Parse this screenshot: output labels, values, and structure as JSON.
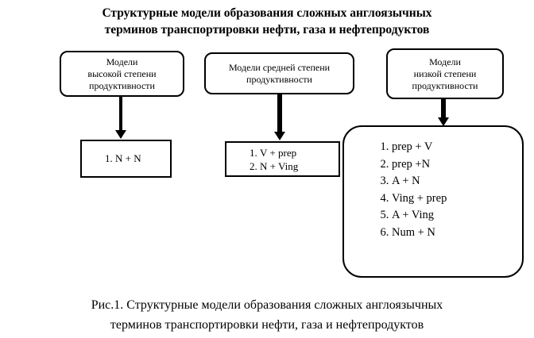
{
  "title": {
    "lines": [
      "Структурные модели образования сложных англоязычных",
      "терминов транспортировки нефти, газа и нефтепродуктов"
    ]
  },
  "top_boxes": [
    {
      "lines": [
        "Модели",
        "высокой степени",
        "продуктивности"
      ]
    },
    {
      "lines": [
        "Модели средней степени",
        "продуктивности"
      ]
    },
    {
      "lines": [
        "Модели",
        "низкой степени",
        "продуктивности"
      ]
    }
  ],
  "bottom_boxes": [
    {
      "items": [
        "N + N"
      ]
    },
    {
      "items": [
        "V + prep",
        "N + Ving"
      ]
    },
    {
      "items": [
        "prep + V",
        "prep +N",
        "A + N",
        "Ving + prep",
        "A + Ving",
        "Num + N"
      ]
    }
  ],
  "caption": {
    "lines": [
      "Рис.1. Структурные модели образования сложных англоязычных",
      "терминов транспортировки нефти, газа и нефтепродуктов"
    ]
  },
  "colors": {
    "border": "#000000",
    "background": "#ffffff",
    "text": "#000000"
  }
}
